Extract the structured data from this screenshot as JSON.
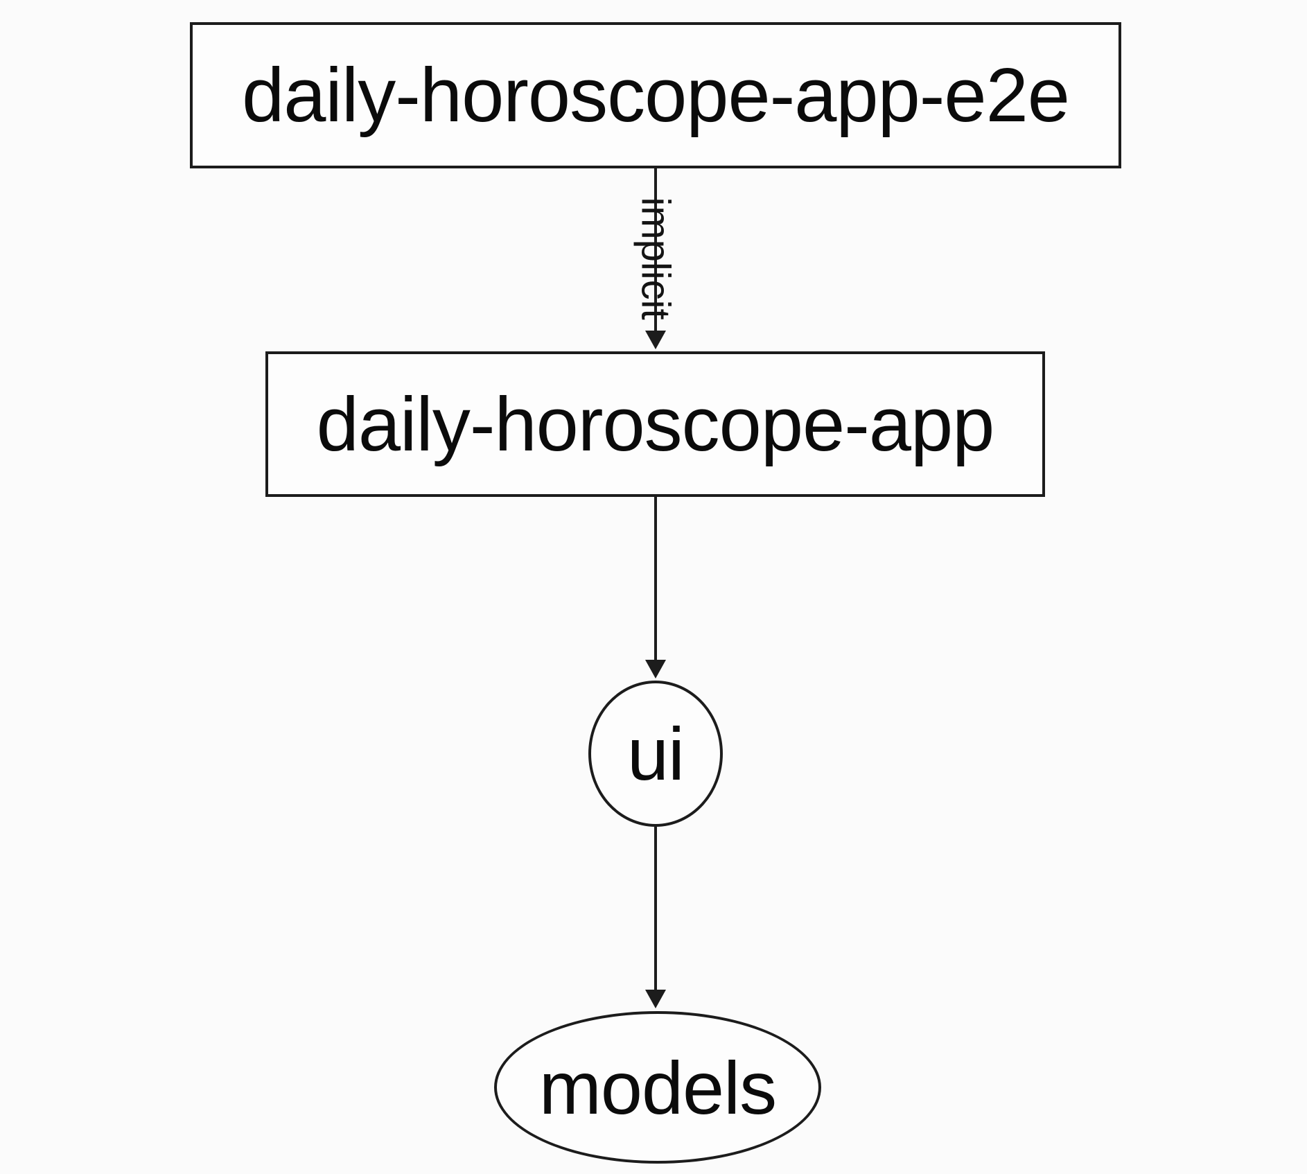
{
  "diagram": {
    "type": "dependency-graph",
    "background_color": "#fbfbfb",
    "stroke_color": "#1c1c1c",
    "text_color": "#0b0b0b",
    "nodes": [
      {
        "id": "daily-horoscope-app-e2e",
        "label": "daily-horoscope-app-e2e",
        "shape": "rectangle"
      },
      {
        "id": "daily-horoscope-app",
        "label": "daily-horoscope-app",
        "shape": "rectangle"
      },
      {
        "id": "ui",
        "label": "ui",
        "shape": "ellipse"
      },
      {
        "id": "models",
        "label": "models",
        "shape": "ellipse"
      }
    ],
    "edges": [
      {
        "from": "daily-horoscope-app-e2e",
        "to": "daily-horoscope-app",
        "label": "implicit",
        "label_rotation_deg": 90
      },
      {
        "from": "daily-horoscope-app",
        "to": "ui",
        "label": ""
      },
      {
        "from": "ui",
        "to": "models",
        "label": ""
      }
    ]
  }
}
